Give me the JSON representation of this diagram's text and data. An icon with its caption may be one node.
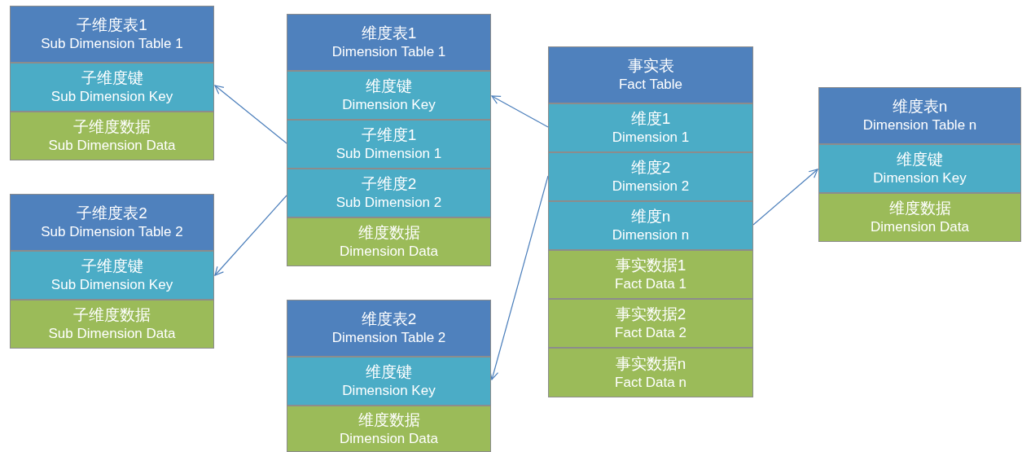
{
  "diagram": {
    "nodes": [
      {
        "text": [
          "子维度表1",
          "Sub Dimension Table 1"
        ]
      },
      {
        "text": [
          "子维度键",
          "Sub Dimension Key"
        ]
      },
      {
        "text": [
          "子维度数据",
          "Sub Dimension Data"
        ]
      },
      {
        "text": [
          "维度表1",
          "Dimension Table 1"
        ]
      },
      {
        "text": [
          "维度键",
          "Dimension Key"
        ]
      },
      {
        "text": [
          "子维度1",
          "Sub Dimension 1"
        ]
      },
      {
        "text": [
          "子维度2",
          "Sub Dimension 2"
        ]
      },
      {
        "text": [
          "维度数据",
          "Dimension Data"
        ]
      },
      {
        "text": [
          "事实表",
          "Fact Table"
        ]
      },
      {
        "text": [
          "维度1",
          "Dimension 1"
        ]
      },
      {
        "text": [
          "维度2",
          "Dimension 2"
        ]
      },
      {
        "text": [
          "维度n",
          "Dimension n"
        ]
      },
      {
        "text": [
          "事实数据1",
          "Fact Data 1"
        ]
      },
      {
        "text": [
          "事实数据2",
          "Fact Data 2"
        ]
      },
      {
        "text": [
          "事实数据n",
          "Fact Data n"
        ]
      },
      {
        "text": [
          "维度表n",
          "Dimension Table n"
        ]
      },
      {
        "text": [
          "维度键",
          "Dimension Key"
        ]
      },
      {
        "text": [
          "维度数据",
          "Dimension Data"
        ]
      },
      {
        "text": [
          "子维度表2",
          "Sub Dimension Table 2"
        ]
      },
      {
        "text": [
          "子维度键",
          "Sub Dimension Key"
        ]
      },
      {
        "text": [
          "子维度数据",
          "Sub Dimension Data"
        ]
      },
      {
        "text": [
          "维度表2",
          "Dimension Table 2"
        ]
      },
      {
        "text": [
          "维度键",
          "Dimension Key"
        ]
      },
      {
        "text": [
          "维度数据",
          "Dimension Data"
        ]
      }
    ],
    "edges": [
      {
        "from": 9,
        "to": 4,
        "arrow": "to"
      },
      {
        "from": 10,
        "to": 22,
        "arrow": "to"
      },
      {
        "from": 11,
        "to": 16,
        "arrow": "to"
      },
      {
        "from": 5,
        "to": 1,
        "arrow": "to"
      },
      {
        "from": 6,
        "to": 19,
        "arrow": "to"
      }
    ]
  }
}
